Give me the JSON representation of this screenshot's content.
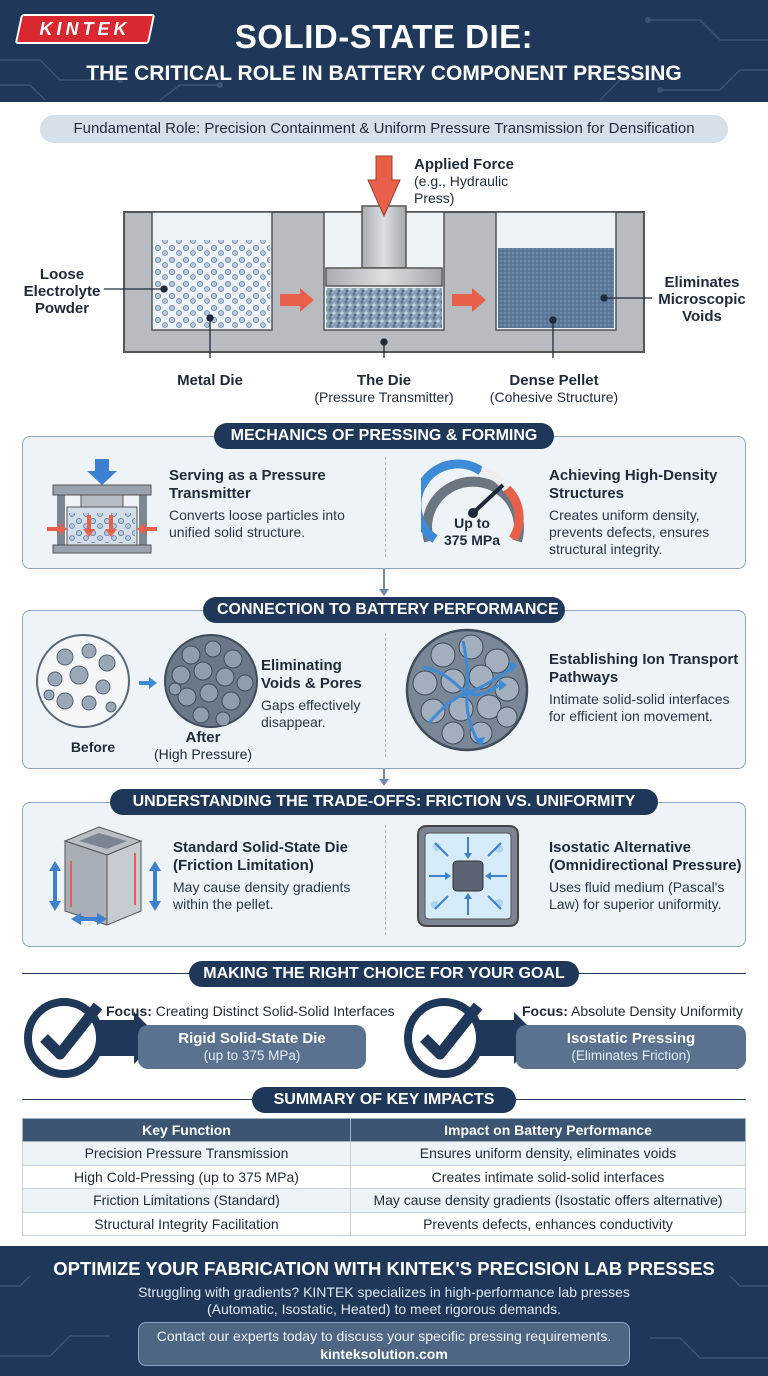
{
  "header": {
    "logo": "KINTEK",
    "title": "SOLID-STATE DIE:",
    "subtitle": "THE CRITICAL ROLE IN BATTERY COMPONENT PRESSING"
  },
  "diagram": {
    "banner": "Fundamental Role: Precision Containment & Uniform Pressure Transmission for Densification",
    "applied_force": "Applied Force",
    "applied_force_note": "(e.g., Hydraulic Press)",
    "loose_powder": "Loose Electrolyte Powder",
    "metal_die": "Metal Die",
    "the_die": "The Die",
    "the_die_note": "(Pressure Transmitter)",
    "dense_pellet": "Dense Pellet",
    "dense_pellet_note": "(Cohesive Structure)",
    "eliminates_voids": "Eliminates Microscopic Voids"
  },
  "mechanics": {
    "title": "MECHANICS OF PRESSING & FORMING",
    "left_title": "Serving as a Pressure Transmitter",
    "left_desc": "Converts loose particles into unified solid structure.",
    "gauge_label": "Up to",
    "gauge_value": "375 MPa",
    "right_title": "Achieving High-Density Structures",
    "right_desc": "Creates uniform density, prevents defects, ensures structural integrity."
  },
  "connection": {
    "title": "CONNECTION TO BATTERY PERFORMANCE",
    "before": "Before",
    "after": "After",
    "after_note": "(High Pressure)",
    "left_title": "Eliminating Voids & Pores",
    "left_desc": "Gaps effectively disappear.",
    "right_title": "Establishing Ion Transport Pathways",
    "right_desc": "Intimate solid-solid interfaces for efficient ion movement."
  },
  "tradeoffs": {
    "title": "UNDERSTANDING THE TRADE-OFFS: FRICTION VS. UNIFORMITY",
    "left_title": "Standard Solid-State Die (Friction Limitation)",
    "left_desc": "May cause density gradients within the pellet.",
    "right_title": "Isostatic Alternative (Omnidirectional Pressure)",
    "right_desc": "Uses fluid medium (Pascal's Law) for superior uniformity."
  },
  "choice": {
    "title": "MAKING THE RIGHT CHOICE FOR YOUR GOAL",
    "focus_label": "Focus:",
    "left_focus": "Creating Distinct Solid-Solid Interfaces",
    "left_option": "Rigid Solid-State Die",
    "left_option_note": "(up to 375 MPa)",
    "right_focus": "Absolute Density Uniformity",
    "right_option": "Isostatic Pressing",
    "right_option_note": "(Eliminates Friction)"
  },
  "summary": {
    "title": "SUMMARY OF KEY IMPACTS",
    "headers": [
      "Key Function",
      "Impact on Battery Performance"
    ],
    "rows": [
      [
        "Precision Pressure Transmission",
        "Ensures uniform density, eliminates voids"
      ],
      [
        "High Cold-Pressing (up to 375 MPa)",
        "Creates intimate solid-solid interfaces"
      ],
      [
        "Friction Limitations (Standard)",
        "May cause density gradients (Isostatic offers alternative)"
      ],
      [
        "Structural Integrity Facilitation",
        "Prevents defects, enhances conductivity"
      ]
    ]
  },
  "footer": {
    "title": "OPTIMIZE YOUR FABRICATION WITH KINTEK'S PRECISION LAB PRESSES",
    "line1": "Struggling with gradients? KINTEK specializes in high-performance lab presses",
    "line2": "(Automatic, Isostatic, Heated) to meet rigorous demands.",
    "cta": "Contact our experts today to discuss your specific pressing requirements.",
    "url": "kinteksolution.com"
  },
  "colors": {
    "navy": "#1f3758",
    "accent_red": "#e8604a",
    "arrow_blue": "#3d8ad6",
    "panel_bg": "#eef3f7"
  }
}
